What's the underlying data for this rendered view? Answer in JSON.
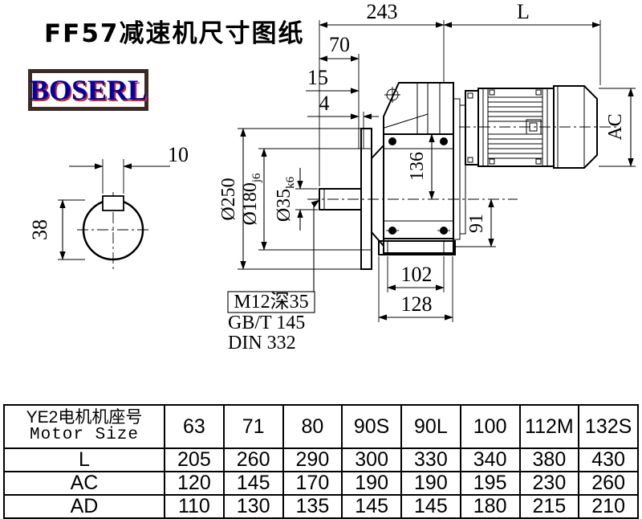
{
  "page": {
    "title": "FF57减速机尺寸图纸",
    "logo_text": "BOSERL"
  },
  "colors": {
    "logo_text": "#0000a6",
    "logo_shadow": "#c42525",
    "logo_border": "#3c2a26",
    "line": "#000000",
    "background": "#ffffff"
  },
  "drawing": {
    "dim_243": "243",
    "dim_L": "L",
    "dim_70": "70",
    "dim_15": "15",
    "dim_4": "4",
    "dim_10": "10",
    "dim_38": "38",
    "dim_136": "136",
    "dim_91": "91",
    "dim_102": "102",
    "dim_128": "128",
    "dim_AC": "AC",
    "dia_flange": "Ø250",
    "dia_spigot": "Ø180",
    "dia_spigot_tol": "j6",
    "dia_shaft": "Ø35",
    "dia_shaft_tol": "k6",
    "note_tap": "M12深35",
    "note_gb": "GB/T 145",
    "note_din": "DIN 332"
  },
  "table": {
    "header_cn": "YE2电机机座号",
    "header_en": "Motor Size",
    "columns": [
      "63",
      "71",
      "80",
      "90S",
      "90L",
      "100",
      "112M",
      "132S"
    ],
    "rows": [
      {
        "label": "L",
        "values": [
          "205",
          "260",
          "290",
          "300",
          "330",
          "340",
          "380",
          "430"
        ]
      },
      {
        "label": "AC",
        "values": [
          "120",
          "145",
          "170",
          "190",
          "190",
          "195",
          "230",
          "260"
        ]
      },
      {
        "label": "AD",
        "values": [
          "110",
          "130",
          "135",
          "145",
          "145",
          "180",
          "215",
          "210"
        ]
      }
    ]
  }
}
